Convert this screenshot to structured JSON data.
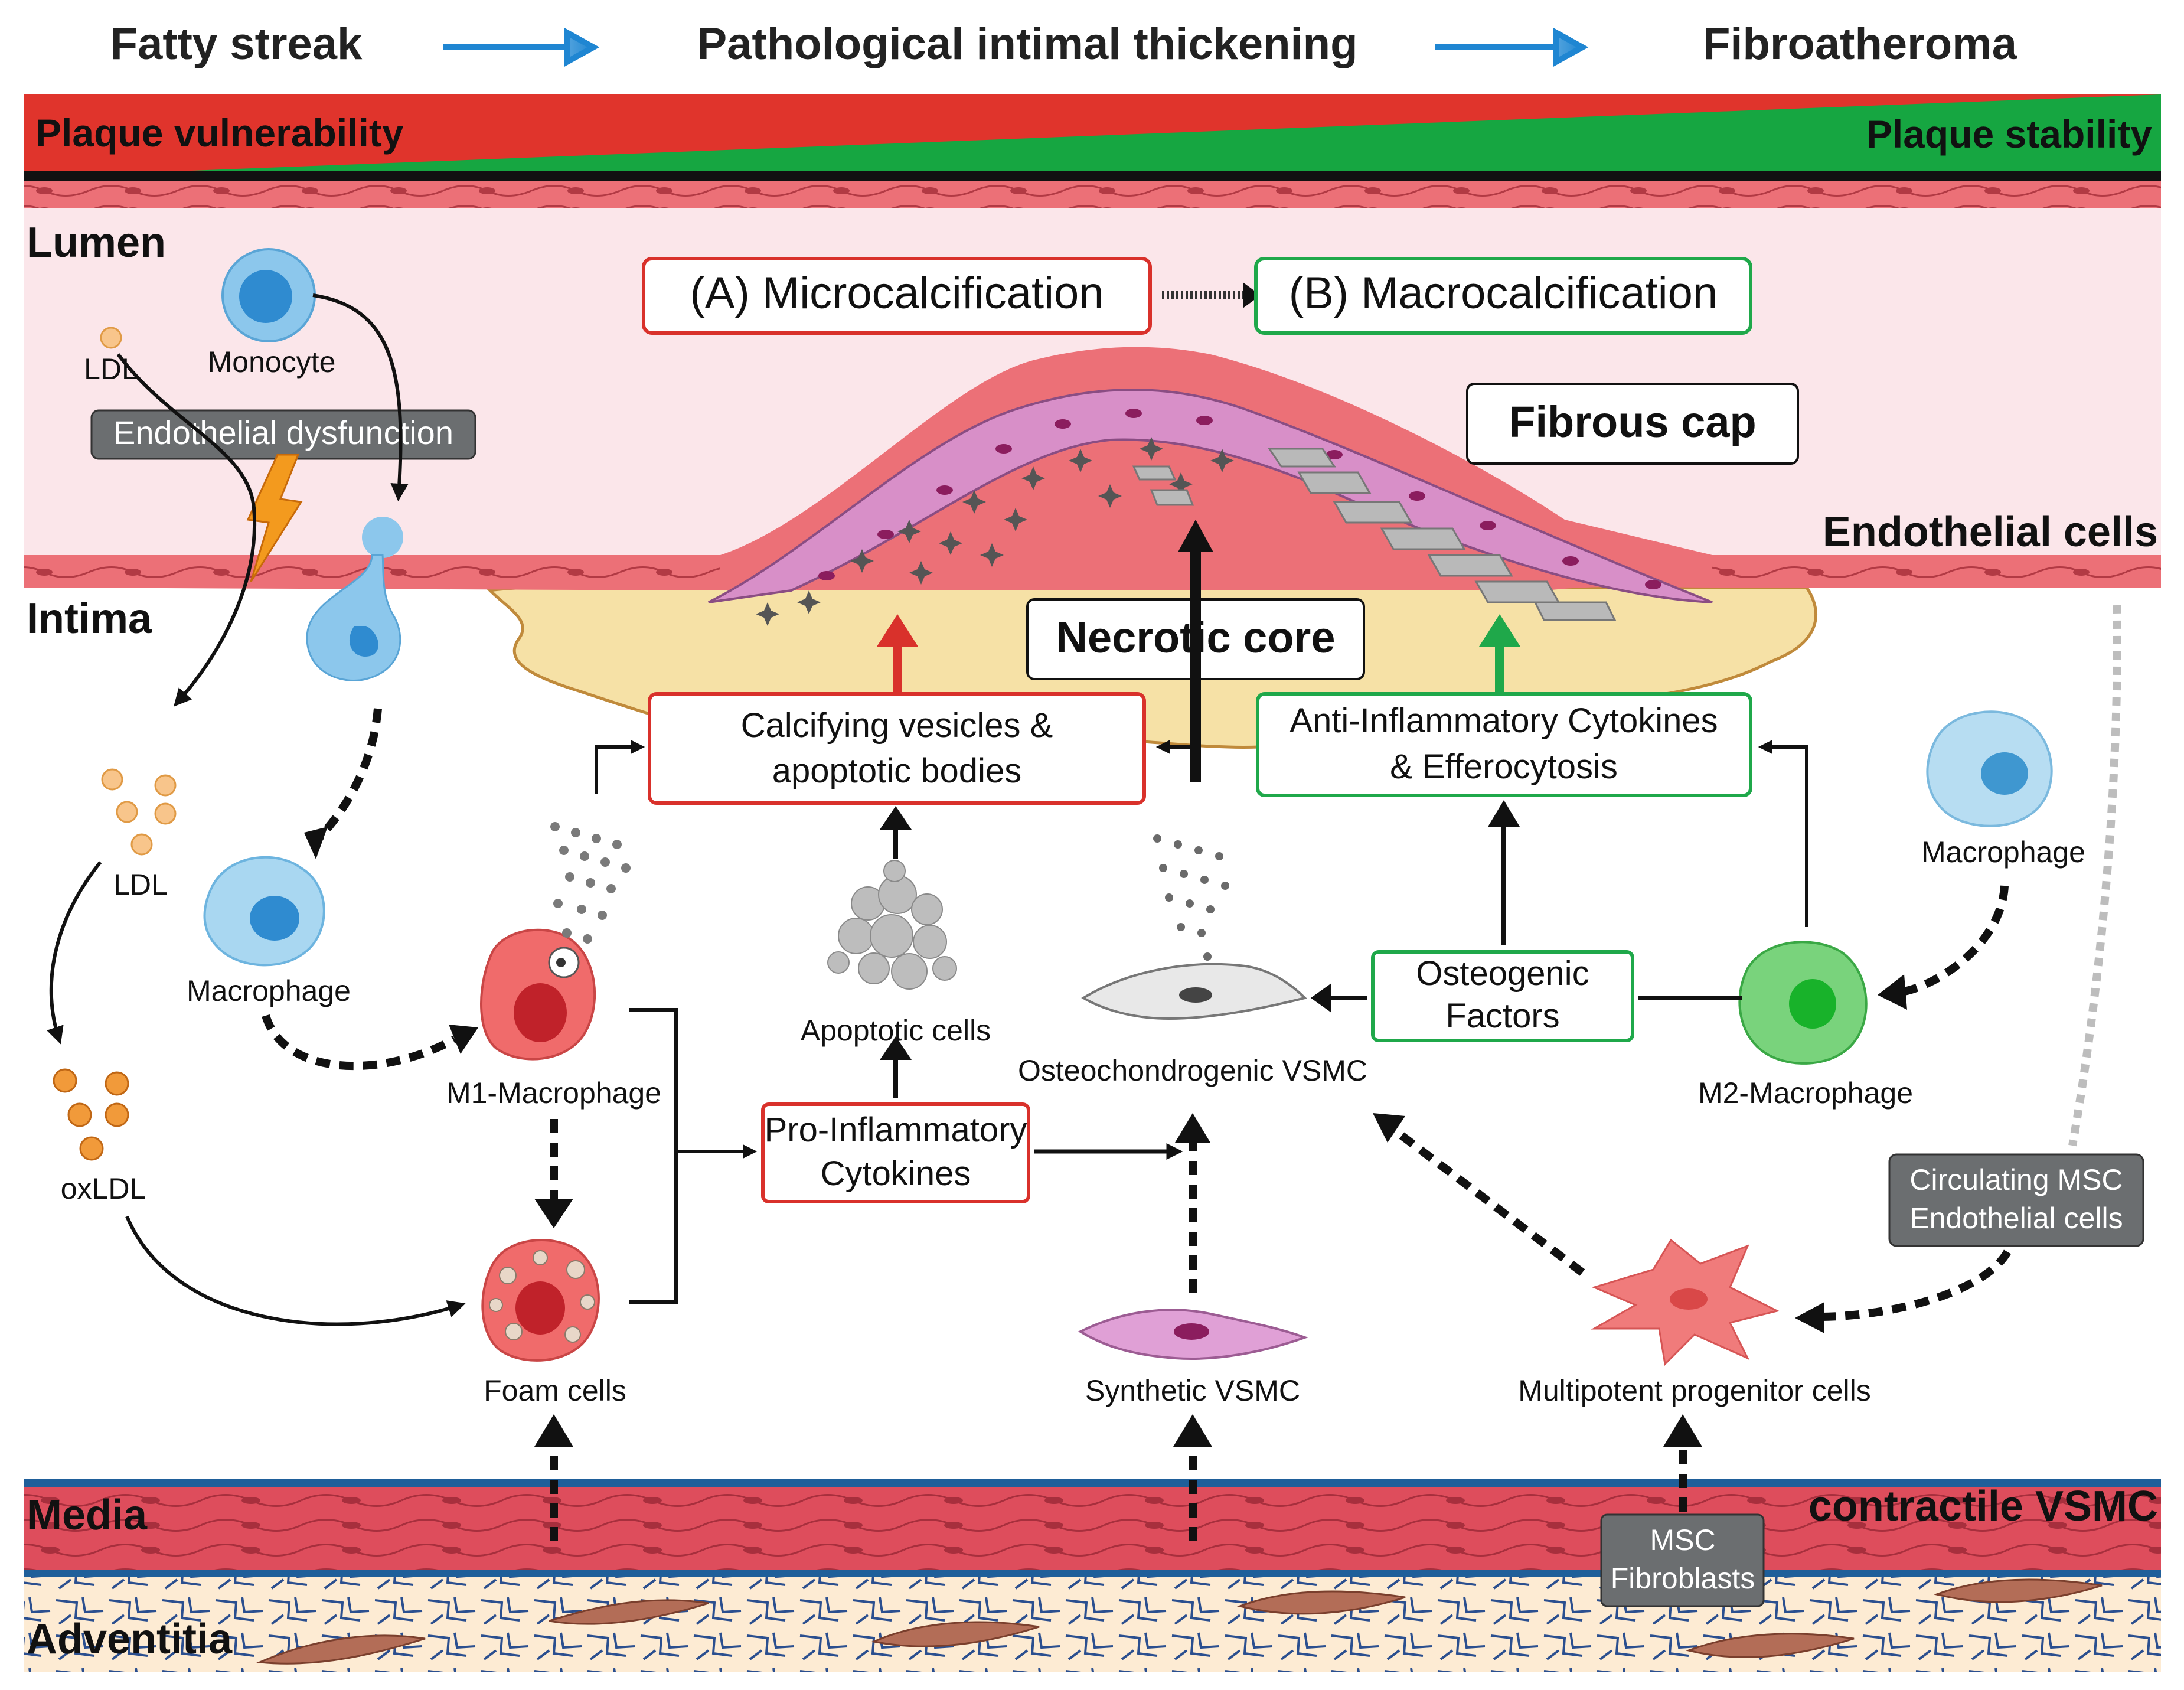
{
  "stages": [
    "Fatty streak",
    "Pathological intimal thickening",
    "Fibroatheroma"
  ],
  "gradient": {
    "left": "Plaque vulnerability",
    "right": "Plaque stability"
  },
  "layers": {
    "lumen": "Lumen",
    "intima": "Intima",
    "media": "Media",
    "adventitia": "Adventitia"
  },
  "side_labels": {
    "endothelial_cells": "Endothelial cells",
    "contractile_vsmc": "contractile VSMC"
  },
  "calcification": {
    "micro": "(A) Microcalcification",
    "macro": "(B) Macrocalcification"
  },
  "plaque": {
    "fibrous_cap": "Fibrous cap",
    "necrotic_core": "Necrotic core"
  },
  "boxes": {
    "calcifying_line1": "Calcifying vesicles &",
    "calcifying_line2": "apoptotic bodies",
    "anti_line1": "Anti-Inflammatory Cytokines",
    "anti_line2": "& Efferocytosis",
    "pro_line1": "Pro-Inflammatory",
    "pro_line2": "Cytokines",
    "osteo_line1": "Osteogenic",
    "osteo_line2": "Factors"
  },
  "gray_boxes": {
    "endothelial_dysfunction": "Endothelial dysfunction",
    "circ_line1": "Circulating MSC",
    "circ_line2": "Endothelial cells",
    "msc_line1": "MSC",
    "msc_line2": "Fibroblasts"
  },
  "cells": {
    "ldl_top": "LDL",
    "monocyte": "Monocyte",
    "ldl_mid": "LDL",
    "oxldl": "oxLDL",
    "macrophage_left": "Macrophage",
    "m1": "M1-Macrophage",
    "foam": "Foam cells",
    "apoptotic": "Apoptotic cells",
    "osteo_vsmc": "Osteochondrogenic VSMC",
    "synthetic_vsmc": "Synthetic VSMC",
    "macrophage_right": "Macrophage",
    "m2": "M2-Macrophage",
    "multipotent": "Multipotent progenitor cells"
  },
  "colors": {
    "red": "#d9312b",
    "green": "#1fa84a",
    "lumen_bg": "#fbe6ea",
    "endothelium": "#e8656b",
    "core": "#f6e1a6",
    "media": "#de4d5c",
    "adventitia": "#fdebd3",
    "gray_box": "#6b6e70",
    "blue_arrow": "#2a8fd6"
  }
}
